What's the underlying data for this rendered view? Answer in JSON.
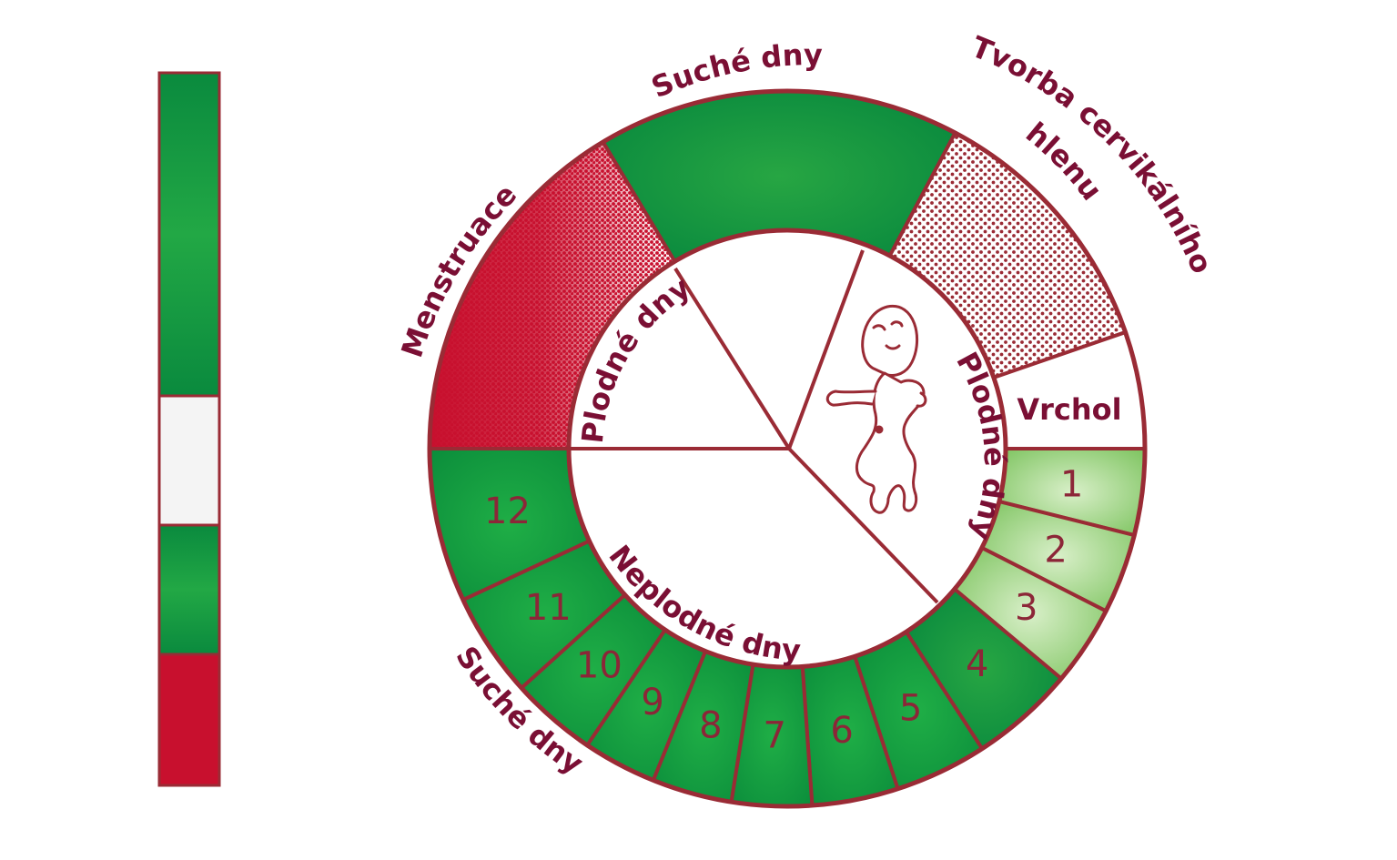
{
  "labels": {
    "top_dry": "Suché dny",
    "mucus": "Tvorba cervikálního hlenu",
    "menstruation": "Menstruace",
    "peak": "Vrchol",
    "fertile_left": "Plodné dny",
    "fertile_right": "Plodné dny",
    "infertile": "Neplodné dny",
    "bottom_dry": "Suché dny"
  },
  "day_numbers": [
    "1",
    "2",
    "3",
    "4",
    "5",
    "6",
    "7",
    "8",
    "9",
    "10",
    "11",
    "12"
  ],
  "legend_bar": {
    "segments": [
      {
        "name": "dark-green",
        "fraction": 0.45
      },
      {
        "name": "white",
        "fraction": 0.18
      },
      {
        "name": "green",
        "fraction": 0.18
      },
      {
        "name": "red",
        "fraction": 0.19
      }
    ]
  },
  "colors": {
    "outline": "#9a2b35",
    "text": "#7a0f34",
    "dark_green": "#0a8a3e",
    "mid_green": "#21a642",
    "light_green": "#8fcf6f",
    "red": "#c8102e",
    "pale": "#f4f4f4"
  },
  "icons": {
    "baby": "baby-drawing"
  }
}
